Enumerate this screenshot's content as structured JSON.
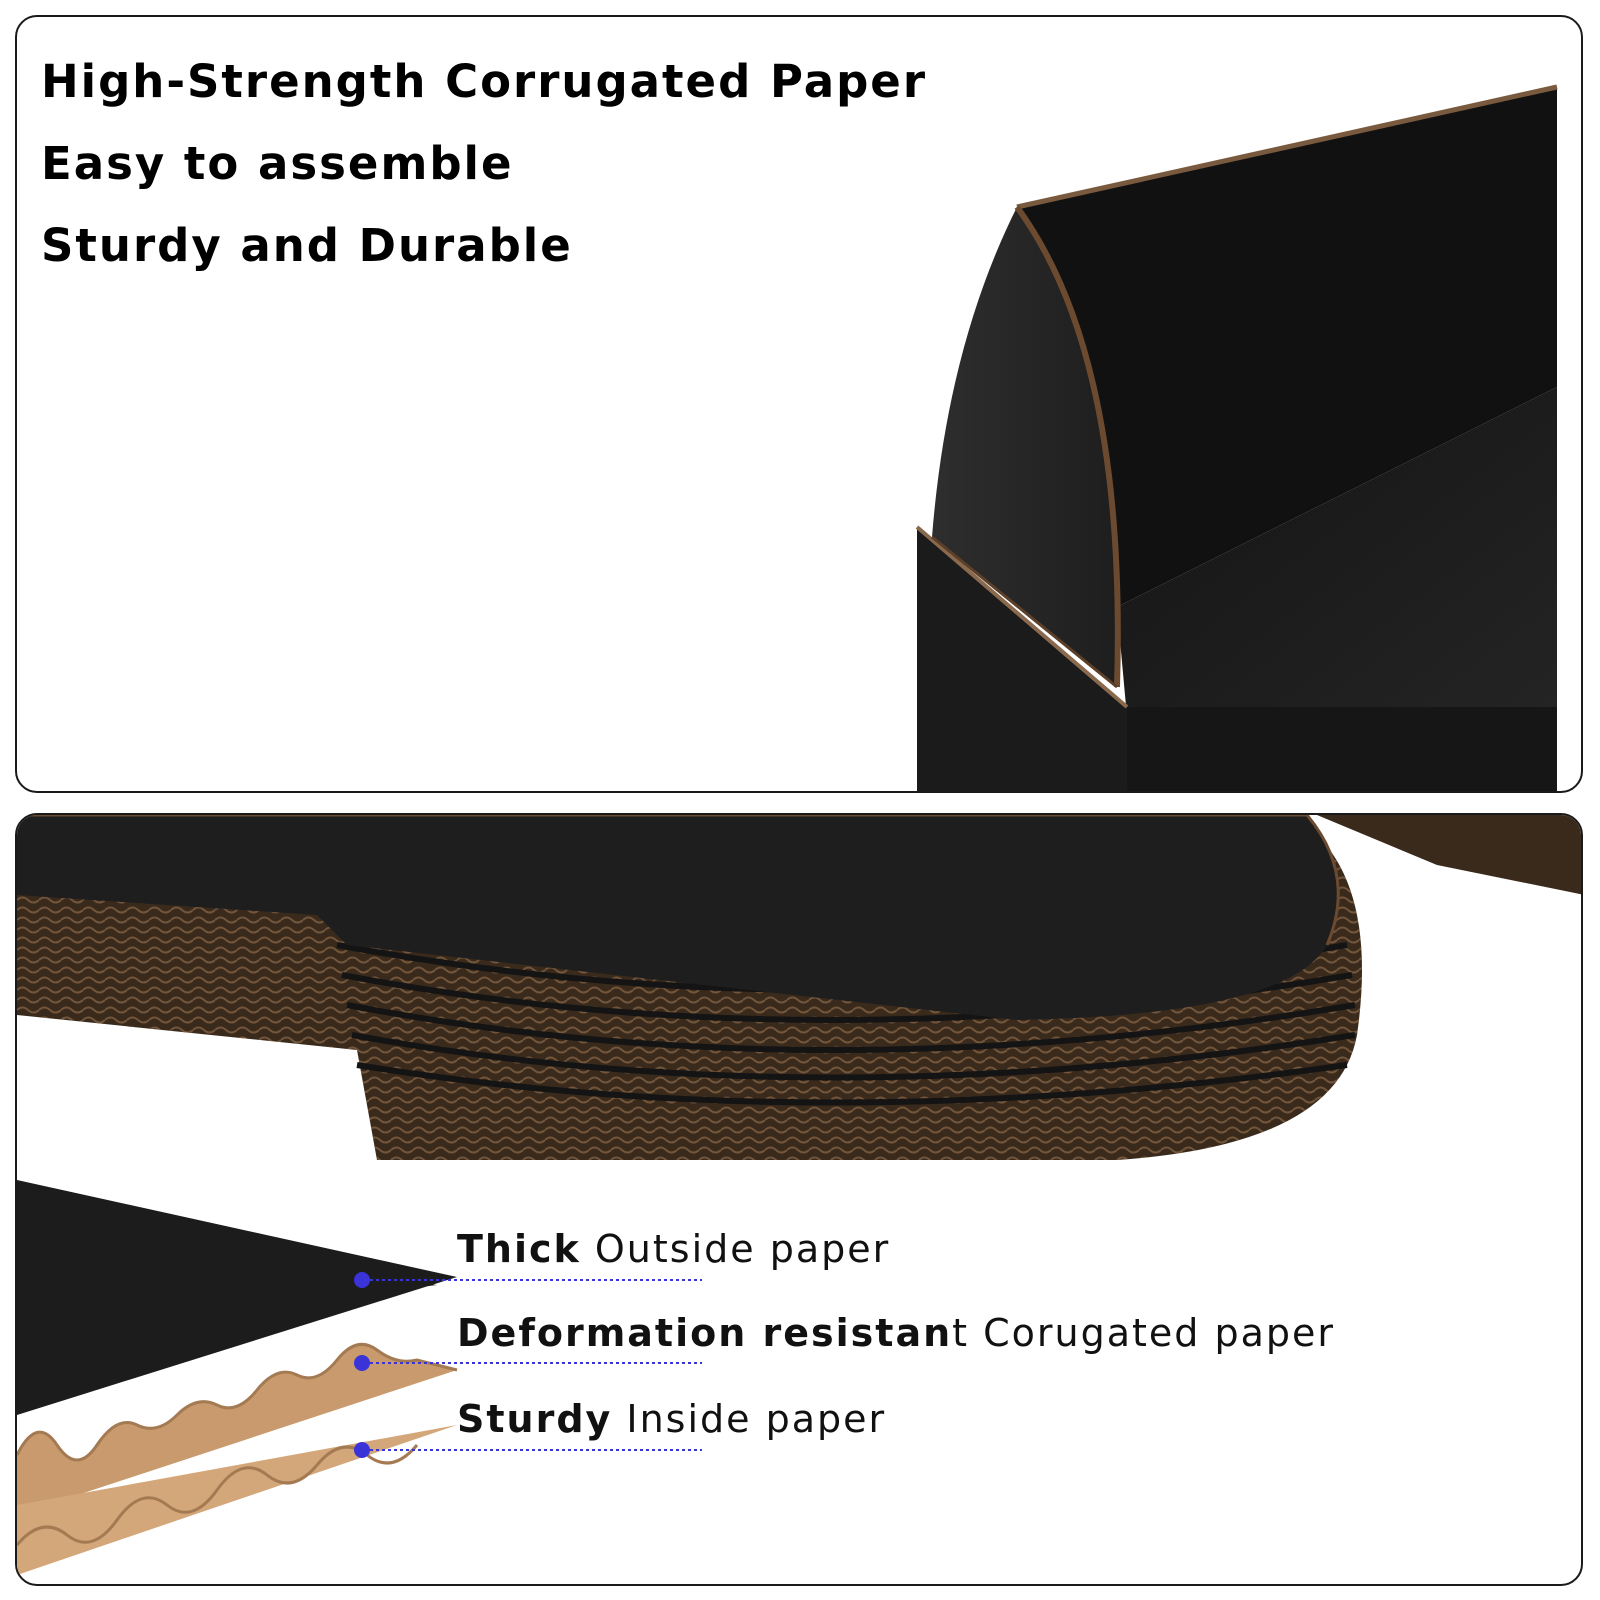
{
  "headlines": [
    "High-Strength Corrugated Paper",
    "Easy to assemble",
    "Sturdy and Durable"
  ],
  "layers": [
    {
      "bold": "Thick",
      "regular": " Outside paper"
    },
    {
      "bold": "Deformation resistan",
      "regular": "t Corugated paper"
    },
    {
      "bold": "Sturdy",
      "regular": " Inside paper"
    }
  ],
  "colors": {
    "box_black": "#1c1c1c",
    "kraft_brown": "#c89a6e",
    "corrugation_edge": "#6b4a30",
    "marker_blue": "#3a34d8",
    "border": "#1a1a1a"
  }
}
